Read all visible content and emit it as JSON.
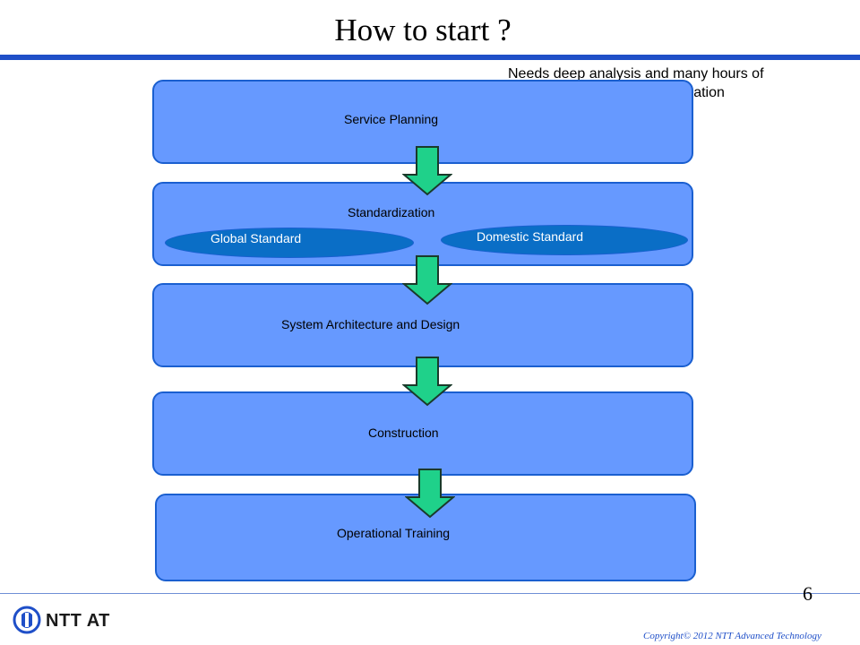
{
  "slide": {
    "title": "How to start ?",
    "note_line1": "Needs deep analysis and many hours of",
    "note_line2": "Discussion to finalize specification",
    "page_number": "6",
    "copyright": "Copyright© 2012 NTT Advanced Technology"
  },
  "logo": {
    "text": "NTT AT"
  },
  "stages": [
    {
      "label": "Service Planning"
    },
    {
      "label": "Standardization",
      "sub": [
        "Global Standard",
        "Domestic Standard"
      ]
    },
    {
      "label": "System Architecture and Design"
    },
    {
      "label": "Construction"
    },
    {
      "label": "Operational Training"
    }
  ],
  "colors": {
    "stage_fill": "#6699ff",
    "stage_border": "#1a5fd0",
    "ellipse_fill": "#0a6ec6",
    "arrow_fill": "#1fd18a",
    "title_rule": "#1f4fc8"
  }
}
